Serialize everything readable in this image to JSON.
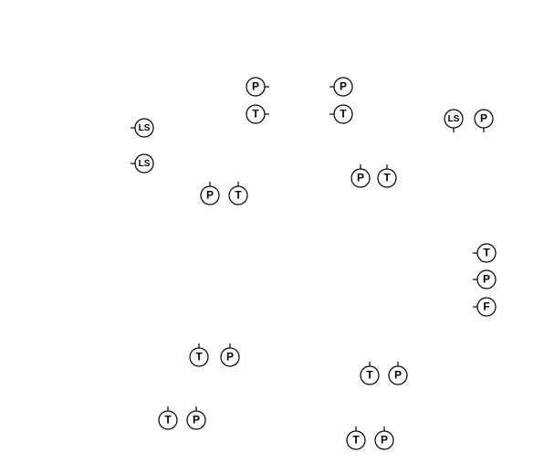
{
  "symbols": [
    {
      "id": "p1",
      "label": "P"
    },
    {
      "id": "t1",
      "label": "T"
    },
    {
      "id": "p2",
      "label": "P"
    },
    {
      "id": "t2",
      "label": "T"
    },
    {
      "id": "ls1",
      "label": "LS"
    },
    {
      "id": "ls2",
      "label": "LS"
    },
    {
      "id": "ls3",
      "label": "LS"
    },
    {
      "id": "p3",
      "label": "P"
    },
    {
      "id": "p4",
      "label": "P"
    },
    {
      "id": "t3",
      "label": "T"
    },
    {
      "id": "p5",
      "label": "P"
    },
    {
      "id": "t4",
      "label": "T"
    },
    {
      "id": "t5",
      "label": "T"
    },
    {
      "id": "p6",
      "label": "P"
    },
    {
      "id": "f1",
      "label": "F"
    },
    {
      "id": "t6",
      "label": "T"
    },
    {
      "id": "p7",
      "label": "P"
    },
    {
      "id": "t7",
      "label": "T"
    },
    {
      "id": "p8",
      "label": "P"
    },
    {
      "id": "t8",
      "label": "T"
    },
    {
      "id": "p9",
      "label": "P"
    },
    {
      "id": "t9",
      "label": "T"
    },
    {
      "id": "p10",
      "label": "P"
    }
  ],
  "colors": {
    "stroke": "#000000",
    "background": "#ffffff"
  }
}
